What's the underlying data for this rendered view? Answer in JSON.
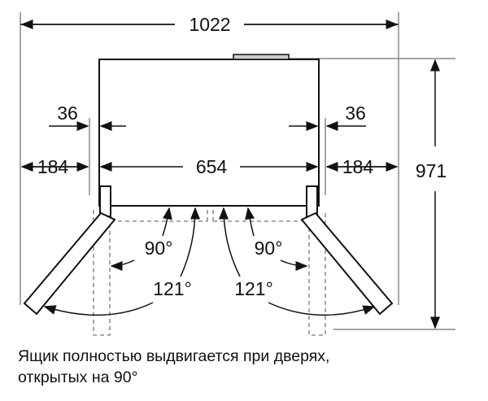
{
  "dimensions": {
    "total_width": "1022",
    "height": "971",
    "body_width": "654",
    "side_clearance_left": "184",
    "side_clearance_right": "184",
    "door_offset_left": "36",
    "door_offset_right": "36"
  },
  "angles": {
    "left_90": "90°",
    "right_90": "90°",
    "left_121": "121°",
    "right_121": "121°"
  },
  "caption": {
    "line1": "Ящик полностью выдвигается при дверях,",
    "line2": "открытых на 90°"
  }
}
